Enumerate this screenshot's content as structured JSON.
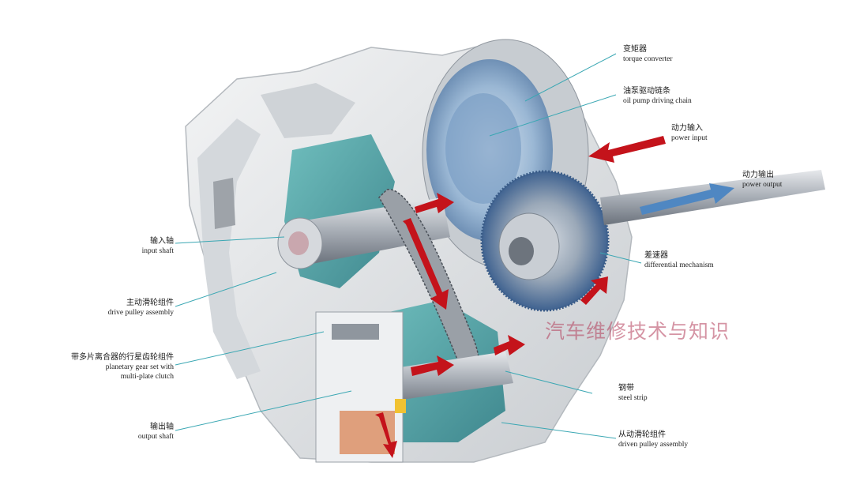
{
  "labels": {
    "torque_converter": {
      "zh": "变矩器",
      "en": "torque converter"
    },
    "oil_pump_chain": {
      "zh": "油泵驱动链条",
      "en": "oil pump driving chain"
    },
    "power_input": {
      "zh": "动力输入",
      "en": "power input"
    },
    "power_output": {
      "zh": "动力输出",
      "en": "power output"
    },
    "differential": {
      "zh": "差速器",
      "en": "differential mechanism"
    },
    "steel_strip": {
      "zh": "钢带",
      "en": "steel strip"
    },
    "driven_pulley": {
      "zh": "从动滑轮组件",
      "en": "driven pulley assembly"
    },
    "input_shaft": {
      "zh": "输入轴",
      "en": "input shaft"
    },
    "drive_pulley": {
      "zh": "主动滑轮组件",
      "en": "drive pulley assembly"
    },
    "planetary": {
      "zh": "带多片离合器的行星齿轮组件",
      "en1": "planetary gear set with",
      "en2": "multi-plate clutch"
    },
    "output_shaft": {
      "zh": "输出轴",
      "en": "output shaft"
    }
  },
  "watermark": "汽车维修技术与知识",
  "colors": {
    "housing": "#e4e6e8",
    "teal": "#3f9da0",
    "torque_blue": "#8fb1d0",
    "gear_blue": "#4d6f9a",
    "arrow_red": "#c4131b",
    "arrow_blue": "#4f87c2",
    "leader": "#3aa7b3"
  }
}
